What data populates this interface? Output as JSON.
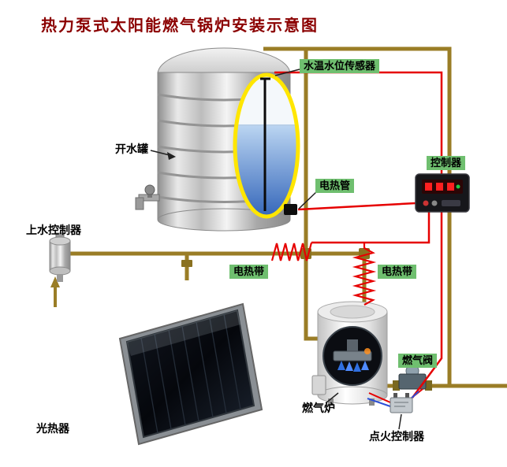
{
  "title": "热力泵式太阳能燃气锅炉安装示意图",
  "labels": {
    "sensor": "水温水位传感器",
    "tank": "开水罐",
    "heater_tube": "电热管",
    "controller": "控制器",
    "water_supply": "上水控制器",
    "heating_belt_left": "电热带",
    "heating_belt_right": "电热带",
    "collector": "光热器",
    "boiler": "燃气炉",
    "gas_valve": "燃气阀",
    "ignition": "点火控制器"
  },
  "colors": {
    "title_text": "#8B0000",
    "label_bg": "#6FBF6F",
    "pipe": "#9A7D26",
    "wire_hot": "#E60000",
    "wire_cold": "#2C4FD8",
    "water": "#3F6FC0",
    "gauge_ring": "#FFE600",
    "tank_metal": "#C9C9C9"
  }
}
